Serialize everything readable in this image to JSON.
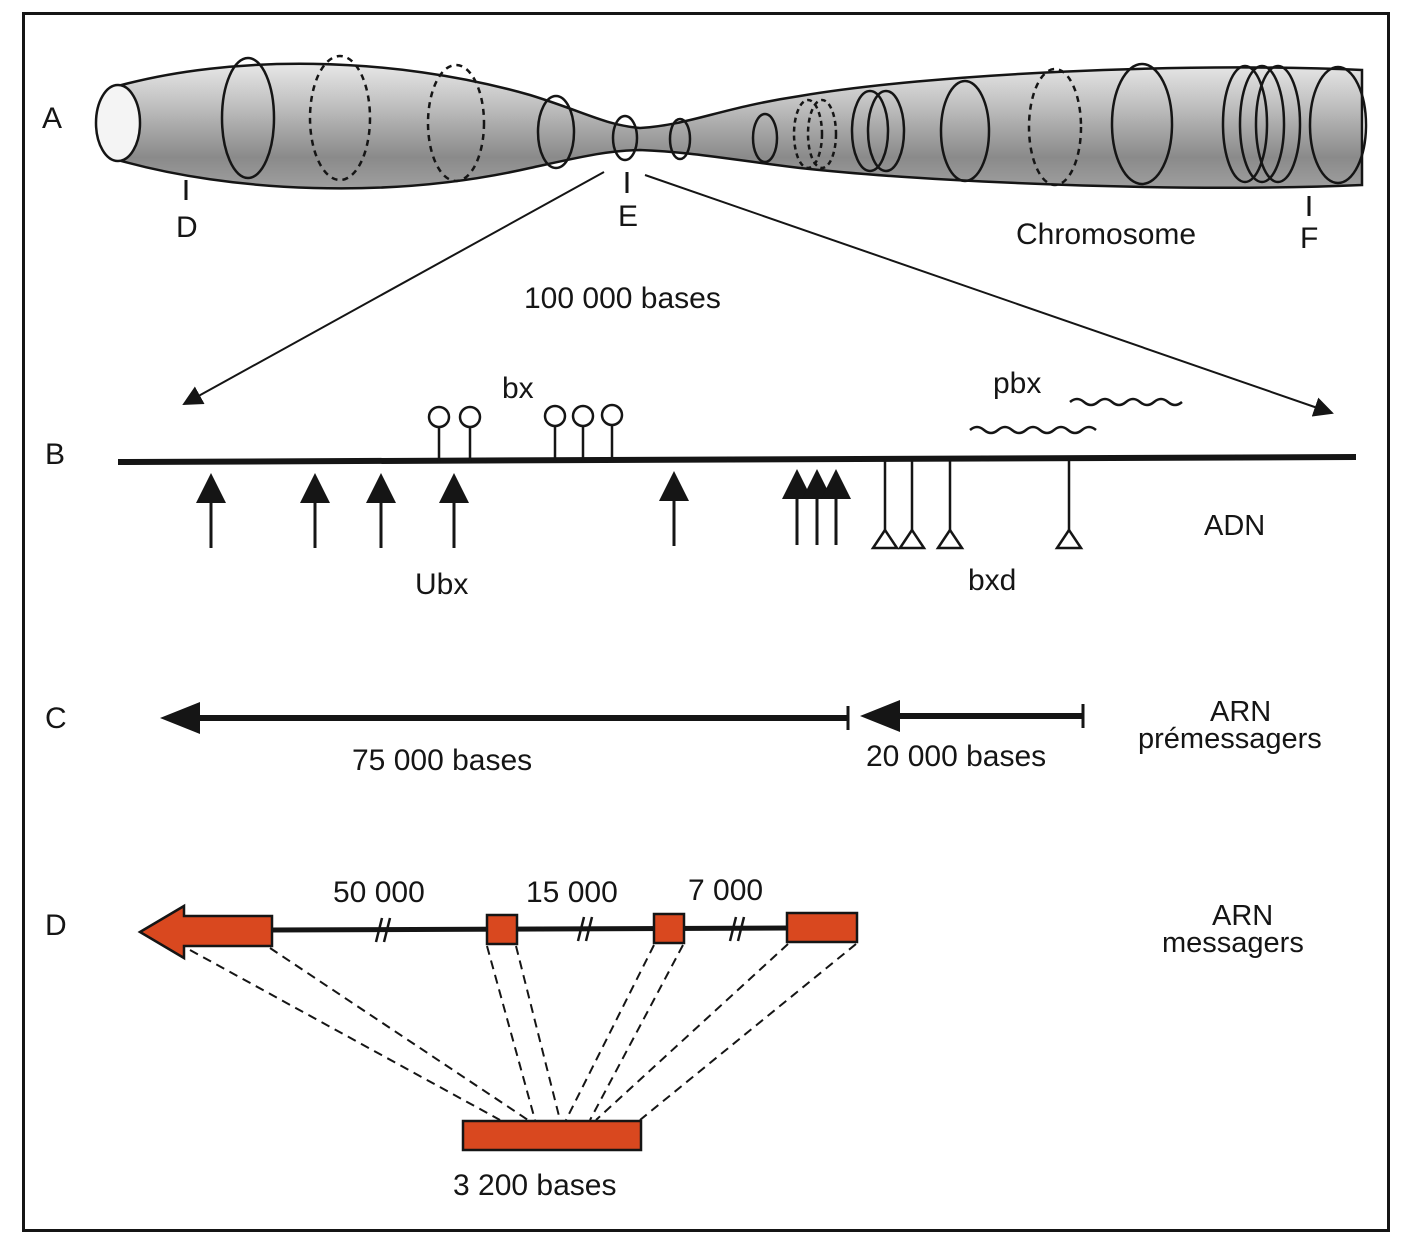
{
  "rows": {
    "a": "A",
    "b": "B",
    "c": "C",
    "d": "D"
  },
  "chromosome": {
    "label": "Chromosome",
    "markers": [
      "D",
      "E",
      "F"
    ]
  },
  "zoom": {
    "label": "100 000 bases"
  },
  "dna": {
    "label": "ADN",
    "mutations": {
      "bx": "bx",
      "pbx": "pbx",
      "ubx": "Ubx",
      "bxd": "bxd"
    }
  },
  "premrna": {
    "label_line1": "ARN",
    "label_line2": "prémessagers",
    "long_label": "75 000 bases",
    "short_label": "20 000 bases"
  },
  "mrna": {
    "label_line1": "ARN",
    "label_line2": "messagers",
    "introns": [
      "50 000",
      "15 000",
      "7 000"
    ],
    "mature_label": "3 200 bases"
  },
  "colors": {
    "exon": "#d9481f",
    "exon_edge": "#b02a0e",
    "ink": "#151515"
  }
}
